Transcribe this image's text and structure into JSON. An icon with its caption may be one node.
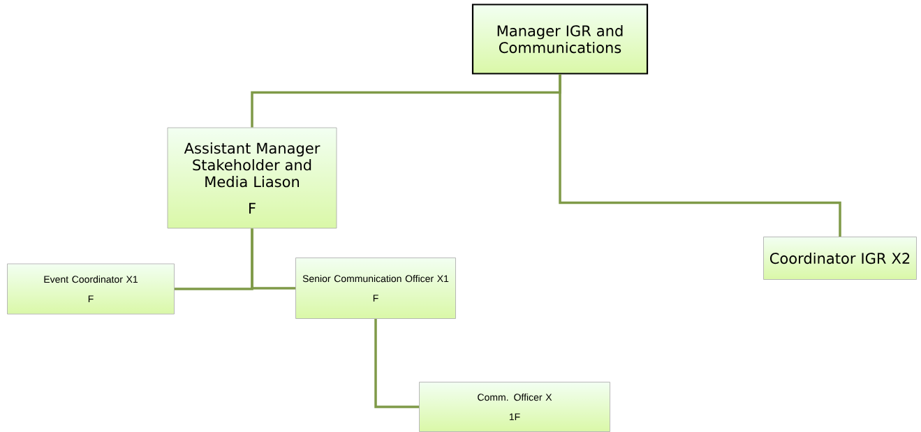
{
  "diagram": {
    "nodes": [
      {
        "text": [
          "Manager IGR and Communications"
        ]
      },
      {
        "text": [
          "Assistant Manager Stakeholder and Media Liason",
          "F"
        ]
      },
      {
        "text": [
          "Coordinator IGR X2"
        ]
      },
      {
        "text": [
          "Event Coordinator X1",
          "F"
        ]
      },
      {
        "text": [
          "Senior Communication Officer X1",
          "F"
        ]
      },
      {
        "text": [
          "Comm. Officer X",
          "1F"
        ]
      }
    ],
    "edges": [
      {
        "from": 0,
        "to": 1,
        "arrow": "none"
      },
      {
        "from": 0,
        "to": 2,
        "arrow": "none"
      },
      {
        "from": 1,
        "to": 3,
        "arrow": "none"
      },
      {
        "from": 1,
        "to": 4,
        "arrow": "none"
      },
      {
        "from": 4,
        "to": 5,
        "arrow": "none"
      }
    ]
  }
}
